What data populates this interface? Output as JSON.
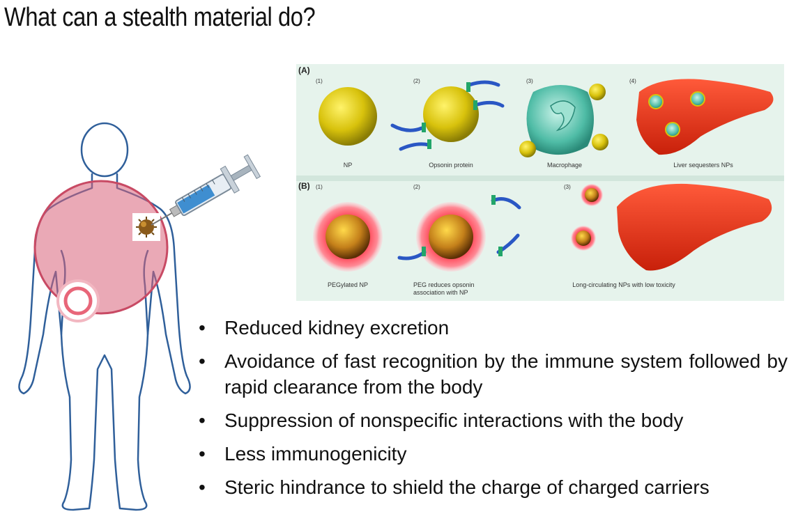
{
  "slide": {
    "title": "What can a stealth material do?"
  },
  "figure": {
    "section_a": "(A)",
    "section_b": "(B)",
    "steps_a": [
      "(1)",
      "(2)",
      "(3)",
      "(4)"
    ],
    "steps_b": [
      "(1)",
      "(2)",
      "(3)"
    ],
    "labels_a": [
      "NP",
      "Opsonin protein",
      "Macrophage",
      "Liver sequesters NPs"
    ],
    "labels_b": [
      "PEGylated NP",
      "PEG reduces opsonin association with NP",
      "Long-circulating NPs with low toxicity"
    ]
  },
  "bullets": [
    "Reduced kidney excretion",
    "Avoidance of fast recognition by the immune system followed by rapid clearance from the body",
    "Suppression of nonspecific interactions with the body",
    "Less immunogenicity",
    "Steric hindrance to shield the charge of charged carriers"
  ]
}
